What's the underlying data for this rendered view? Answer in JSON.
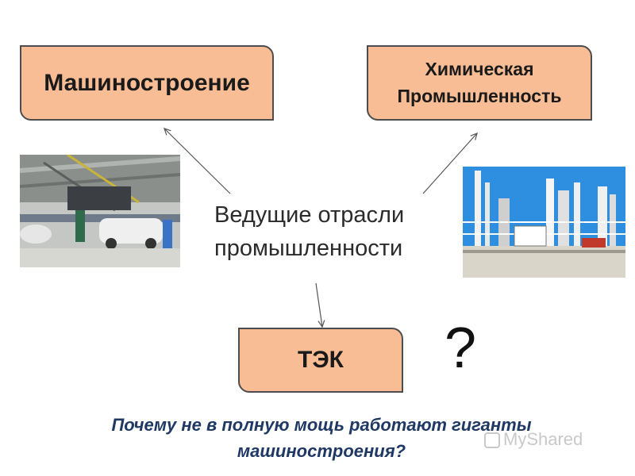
{
  "boxes": {
    "mashinostroenie": "Машиностроение",
    "himicheskaya_line1": "Химическая",
    "himicheskaya_line2": "Промышленность",
    "tek": "ТЭК"
  },
  "center": {
    "line1": "Ведущие отрасли",
    "line2": "промышленности"
  },
  "question_mark": "?",
  "bottom_question": {
    "line1": "Почему не в полную мощь работают гиганты",
    "line2": "машиностроения?"
  },
  "watermark": "MyShared",
  "colors": {
    "box_fill": "#f8bd94",
    "box_border": "#4d4d4d",
    "bottom_text": "#1f3864"
  },
  "images": {
    "left": "car-assembly-line-photo",
    "right": "chemical-plant-photo"
  }
}
